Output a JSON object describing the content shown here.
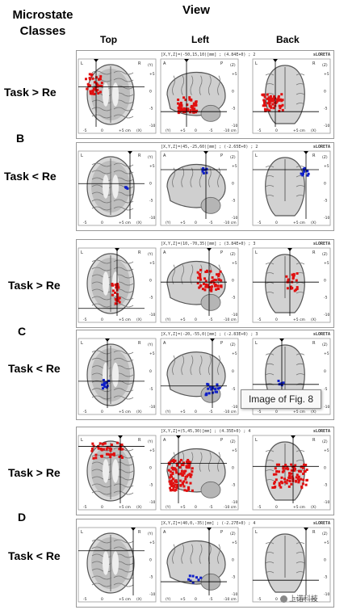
{
  "headers": {
    "classes": "Microstate\nClasses",
    "view": "View",
    "top": "Top",
    "left": "Left",
    "back": "Back"
  },
  "groups": [
    {
      "letter": "",
      "panels": [
        {
          "label": "Task > Re",
          "info": "[X,Y,Z]=(-50,15,10)[mm] ; (4.84E+0) ; 2",
          "brand": "sLORETA",
          "color": "#e01010"
        },
        {
          "label": "Task < Re",
          "info": "[X,Y,Z]=(45,-25,60)[mm] ; (-2.65E+0) ; 2",
          "brand": "sLORETA",
          "color": "#1020c8"
        }
      ]
    },
    {
      "letter": "C",
      "panels": [
        {
          "label": "Task > Re",
          "info": "[X,Y,Z]=(10,-70,35)[mm] ; (3.84E+0) ; 3",
          "brand": "sLORETA",
          "color": "#e01010"
        },
        {
          "label": "Task < Re",
          "info": "[X,Y,Z]=(-20,-55,0)[mm] ; (-2.83E+0) ; 3",
          "brand": "sLORETA",
          "color": "#1020c8"
        }
      ]
    },
    {
      "letter": "D",
      "panels": [
        {
          "label": "Task > Re",
          "info": "[X,Y,Z]=(5,45,30)[mm] ; (4.35E+0) ; 4",
          "brand": "sLORETA",
          "color": "#e01010"
        },
        {
          "label": "Task < Re",
          "info": "[X,Y,Z]=(40,0,-35)[mm] ; (-2.27E+0) ; 4",
          "brand": "sLORETA",
          "color": "#1020c8"
        }
      ]
    }
  ],
  "b_letter": "B",
  "view_labels": {
    "top_lr": [
      "L",
      "R"
    ],
    "top_axis": "(Y)",
    "left_ap": [
      "A",
      "P"
    ],
    "left_axis": "(Z)",
    "back_lr": [
      "L",
      "R"
    ],
    "back_axis": "(Z)",
    "ticks_side": [
      "+5",
      "0",
      "-5",
      "-10"
    ],
    "ticks_top_x": [
      "-5",
      "0",
      "+5 cm",
      "(X)"
    ],
    "ticks_left_y": [
      "(Y)",
      "+5",
      "0",
      "-5",
      "-10 cm"
    ],
    "ticks_back_x": [
      "-5",
      "0",
      "+5 cm",
      "(X)"
    ]
  },
  "tooltip": "Image of Fig. 8",
  "watermark": "上诺科技"
}
